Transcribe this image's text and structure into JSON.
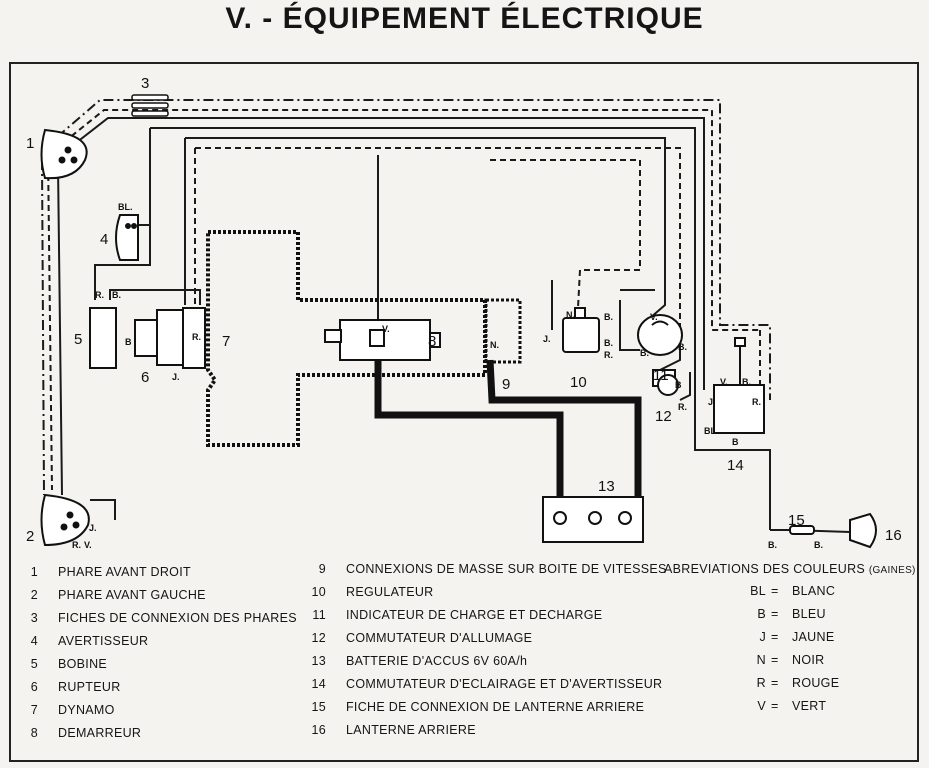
{
  "title": "V. - ÉQUIPEMENT ÉLECTRIQUE",
  "diagram": {
    "component_numbers": [
      "1",
      "2",
      "3",
      "4",
      "5",
      "6",
      "7",
      "8",
      "9",
      "10",
      "11",
      "12",
      "13",
      "14",
      "15",
      "16"
    ],
    "wire_labels": {
      "avertisseur": "BL.",
      "bobine": [
        "R.",
        "B."
      ],
      "rupteur": "B",
      "dynamo": [
        "R.",
        "J."
      ],
      "demarreur": "V.",
      "masse": "N.",
      "regulateur": [
        "N.",
        "B.",
        "B.",
        "J.",
        "R."
      ],
      "indicateur": [
        "V.",
        "B.",
        "B."
      ],
      "commutateur_allumage": [
        "B",
        "R."
      ],
      "commutateur_eclairage": [
        "V.",
        "B.",
        "J",
        "R.",
        "BL",
        "B"
      ],
      "phare_gauche": [
        "J.",
        "R.",
        "V."
      ],
      "fiche_lanterne": [
        "B.",
        "B."
      ]
    }
  },
  "legend": {
    "col1": [
      {
        "n": "1",
        "text": "PHARE AVANT DROIT"
      },
      {
        "n": "2",
        "text": "PHARE AVANT GAUCHE"
      },
      {
        "n": "3",
        "text": "FICHES DE CONNEXION DES PHARES"
      },
      {
        "n": "4",
        "text": "AVERTISSEUR"
      },
      {
        "n": "5",
        "text": "BOBINE"
      },
      {
        "n": "6",
        "text": "RUPTEUR"
      },
      {
        "n": "7",
        "text": "DYNAMO"
      },
      {
        "n": "8",
        "text": "DEMARREUR"
      }
    ],
    "col2": [
      {
        "n": "9",
        "text": "CONNEXIONS DE MASSE SUR BOITE DE VITESSES"
      },
      {
        "n": "10",
        "text": "REGULATEUR"
      },
      {
        "n": "11",
        "text": "INDICATEUR DE CHARGE ET DECHARGE"
      },
      {
        "n": "12",
        "text": "COMMUTATEUR D'ALLUMAGE"
      },
      {
        "n": "13",
        "text": "BATTERIE D'ACCUS 6V 60A/h"
      },
      {
        "n": "14",
        "text": "COMMUTATEUR D'ECLAIRAGE ET D'AVERTISSEUR"
      },
      {
        "n": "15",
        "text": "FICHE DE CONNEXION DE LANTERNE ARRIERE"
      },
      {
        "n": "16",
        "text": "LANTERNE ARRIERE"
      }
    ],
    "abbreviations_title": "ABREVIATIONS DES COULEURS",
    "abbreviations_note": "(GAINES)",
    "abbreviations": [
      {
        "code": "BL",
        "eq": "=",
        "name": "BLANC"
      },
      {
        "code": "B",
        "eq": "=",
        "name": "BLEU"
      },
      {
        "code": "J",
        "eq": "=",
        "name": "JAUNE"
      },
      {
        "code": "N",
        "eq": "=",
        "name": "NOIR"
      },
      {
        "code": "R",
        "eq": "=",
        "name": "ROUGE"
      },
      {
        "code": "V",
        "eq": "=",
        "name": "VERT"
      }
    ]
  }
}
